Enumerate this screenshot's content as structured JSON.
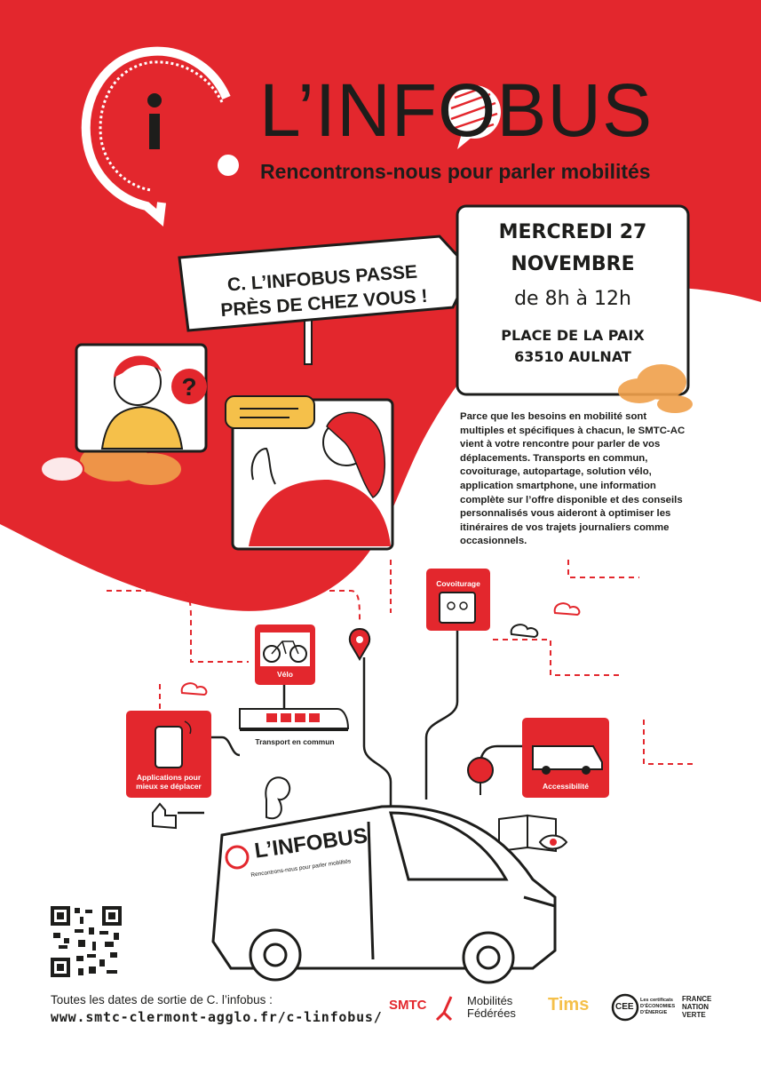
{
  "header": {
    "title": "L’INFOBUS",
    "subtitle": "Rencontrons-nous pour parler mobilités"
  },
  "sign": {
    "line1": "C. L’INFOBUS PASSE",
    "line2": "PRÈS DE CHEZ VOUS !"
  },
  "event": {
    "day": "MERCREDI 27",
    "month": "NOVEMBRE",
    "hours": "de 8h à 12h",
    "place": "PLACE DE LA PAIX",
    "city": "63510 AULNAT"
  },
  "description": "Parce que les besoins en mobilité sont multiples et spécifiques à chacun, le SMTC-AC vient à votre rencontre pour parler de vos déplacements. Transports en commun, covoiturage, autopartage, solution vélo, application smartphone, une information complète sur l’offre disponible et des conseils personnalisés vous aideront à optimiser les itinéraires de vos trajets journaliers comme occasionnels.",
  "services": {
    "covoiturage": "Covoiturage",
    "velo": "Vélo",
    "transport": "Transport en commun",
    "applications": "Applications pour mieux se déplacer",
    "accessibilite": "Accessibilité"
  },
  "van": {
    "brand": "L’INFOBUS",
    "tagline": "Rencontrons-nous pour parler mobilités"
  },
  "footer": {
    "line1": "Toutes les dates de sortie de C. l’infobus :",
    "url": "www.smtc-clermont-agglo.fr/c-linfobus/"
  },
  "partners": {
    "smtc": "SMTC",
    "mobilites1": "Mobilités",
    "mobilites2": "Fédérées",
    "tims": "Tims",
    "cee": "CEE",
    "cee_text": "Les certificats D’ÉCONOMIES D’ÉNERGIE",
    "france1": "FRANCE",
    "france2": "NATION",
    "france3": "VERTE"
  },
  "colors": {
    "red": "#e3272d",
    "dark": "#1d1d1b",
    "orange": "#f0a04b",
    "yellow": "#f5c04a"
  }
}
